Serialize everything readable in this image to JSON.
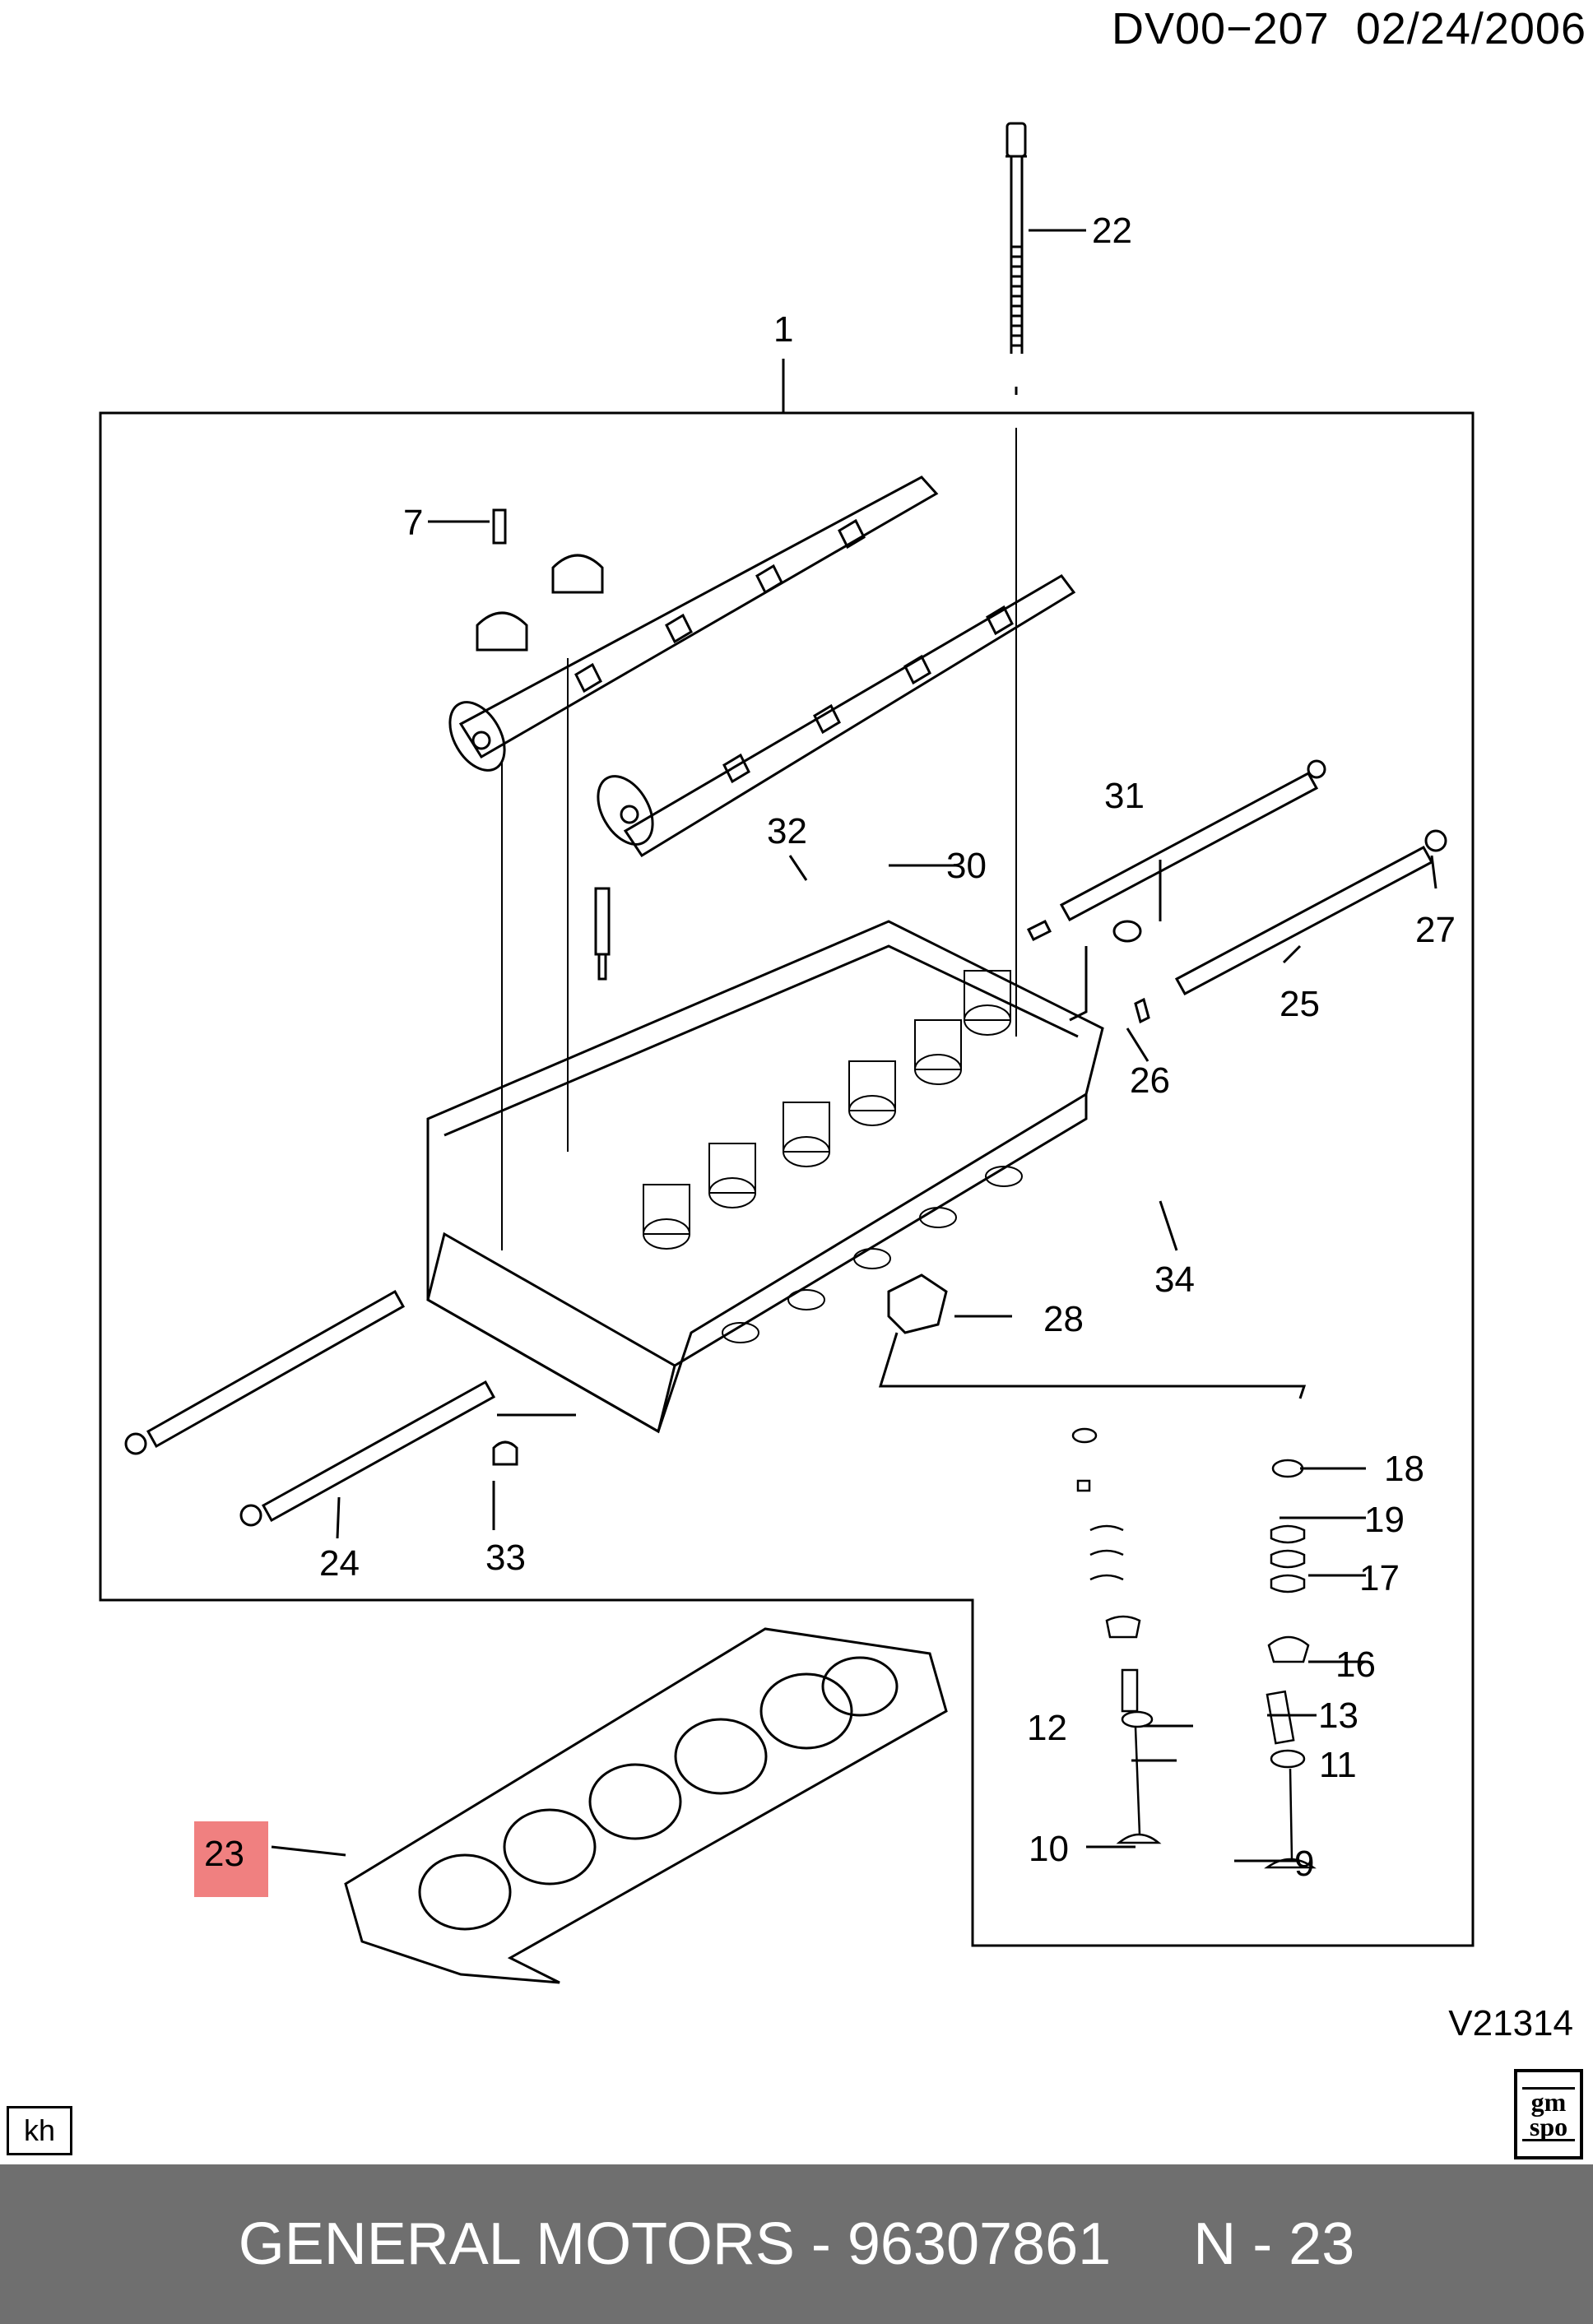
{
  "header": {
    "doc_id": "DV00−207",
    "date": "02/24/2006"
  },
  "reference_code": "V21314",
  "corner_tag": "kh",
  "logo": {
    "line1": "gm",
    "line2": "spo"
  },
  "callouts": {
    "c1": "1",
    "c7": "7",
    "c9": "9",
    "c10": "10",
    "c11": "11",
    "c12": "12",
    "c13": "13",
    "c16": "16",
    "c17": "17",
    "c18": "18",
    "c19": "19",
    "c22": "22",
    "c23": "23",
    "c24": "24",
    "c25": "25",
    "c26": "26",
    "c27": "27",
    "c28": "28",
    "c30": "30",
    "c31": "31",
    "c32": "32",
    "c33": "33",
    "c34": "34"
  },
  "highlight": {
    "callout": "23",
    "color": "#f08080"
  },
  "footer": {
    "brand_part": "GENERAL MOTORS - 96307861",
    "page": "N - 23"
  }
}
